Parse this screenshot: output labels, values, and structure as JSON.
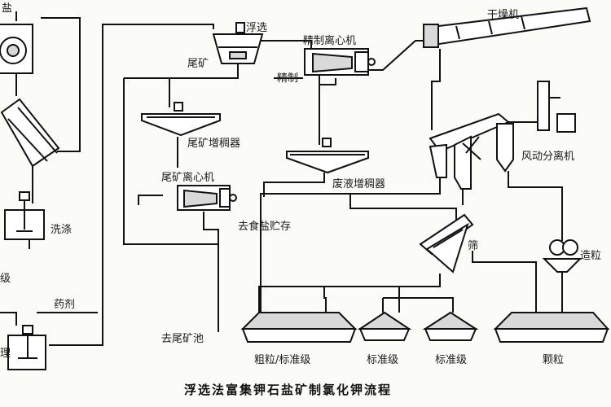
{
  "labels": {
    "salt": "盐",
    "flotation": "浮选",
    "tailings": "尾矿",
    "refining_centrifuge": "精制离心机",
    "refined": "精制",
    "dryer": "干燥机",
    "tailings_thickener": "尾矿增稠器",
    "waste_thickener": "废液增稠器",
    "tailings_centrifuge": "尾矿离心机",
    "to_salt_storage": "去食盐贮存",
    "washing": "洗涤",
    "air_separator": "风动分离机",
    "screen": "筛",
    "granulator": "造粒",
    "grade_left": "级",
    "reagent": "药剂",
    "process_left": "理",
    "to_tailings_pond": "去尾矿池",
    "coarse_standard": "粗粒/标准级",
    "standard_1": "标准级",
    "standard_2": "标准级",
    "granular": "颗粒"
  },
  "caption": "浮选法富集钾石盐矿制氯化钾流程"
}
